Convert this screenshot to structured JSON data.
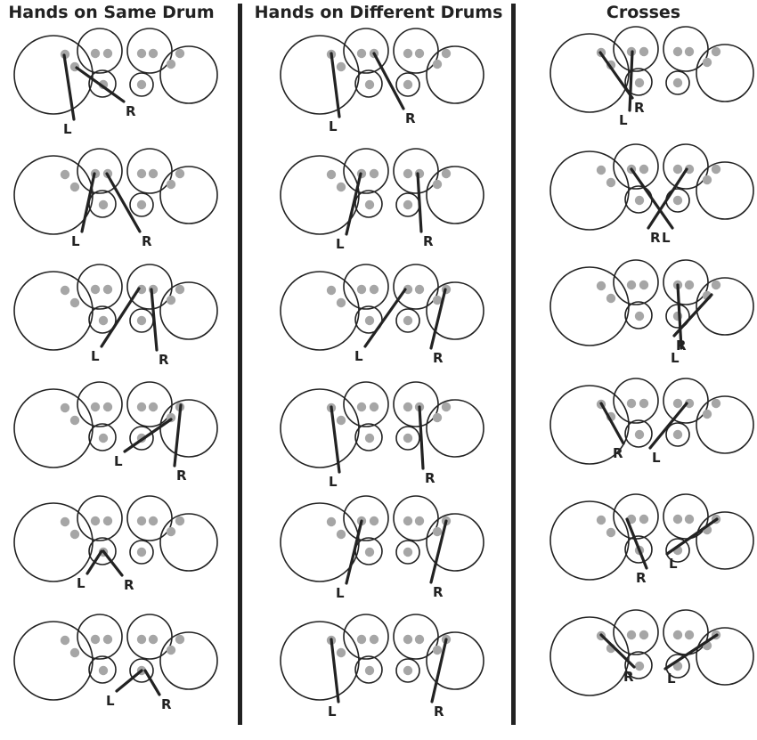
{
  "columns": [
    {
      "title": "Hands on Same Drum",
      "cells": [
        {
          "left": {
            "label": "L"
          },
          "right": {
            "label": "R"
          }
        },
        {
          "left": {
            "label": "L"
          },
          "right": {
            "label": "R"
          }
        },
        {
          "left": {
            "label": "L"
          },
          "right": {
            "label": "R"
          }
        },
        {
          "left": {
            "label": "L"
          },
          "right": {
            "label": "R"
          }
        },
        {
          "left": {
            "label": "L"
          },
          "right": {
            "label": "R"
          }
        },
        {
          "left": {
            "label": "L"
          },
          "right": {
            "label": "R"
          }
        }
      ]
    },
    {
      "title": "Hands on Different Drums",
      "cells": [
        {
          "left": {
            "label": "L"
          },
          "right": {
            "label": "R"
          }
        },
        {
          "left": {
            "label": "L"
          },
          "right": {
            "label": "R"
          }
        },
        {
          "left": {
            "label": "L"
          },
          "right": {
            "label": "R"
          }
        },
        {
          "left": {
            "label": "L"
          },
          "right": {
            "label": "R"
          }
        },
        {
          "left": {
            "label": "L"
          },
          "right": {
            "label": "R"
          }
        },
        {
          "left": {
            "label": "L"
          },
          "right": {
            "label": "R"
          }
        }
      ]
    },
    {
      "title": "Crosses",
      "cells": [
        {
          "left": {
            "label": "L"
          },
          "right": {
            "label": "R"
          }
        },
        {
          "left": {
            "label": "L"
          },
          "right": {
            "label": "R"
          }
        },
        {
          "left": {
            "label": "L"
          },
          "right": {
            "label": "R"
          }
        },
        {
          "left": {
            "label": "R"
          },
          "right": {
            "label": "L"
          }
        },
        {
          "left": {
            "label": "R"
          },
          "right": {
            "label": "L"
          }
        },
        {
          "left": {
            "label": "R"
          },
          "right": {
            "label": "L"
          }
        }
      ]
    }
  ],
  "colors": {
    "outline": "#222222",
    "dot": "#a6a6a6",
    "stick": "#222222"
  }
}
